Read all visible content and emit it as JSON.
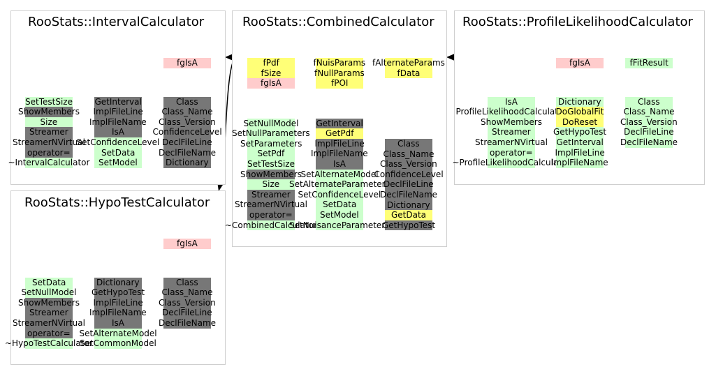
{
  "colors": {
    "green": "#ccffcc",
    "gray": "#777777",
    "yellow": "#ffff77",
    "pink": "#ffcccc",
    "box_border": "#cfcfcf",
    "arrow": "#000000"
  },
  "classes": [
    {
      "id": "interval",
      "title": "RooStats::IntervalCalculator",
      "columns": [
        {
          "id": "c1",
          "items": [
            {
              "t": "SetTestSize",
              "c": "green"
            },
            {
              "t": "ShowMembers",
              "c": "gray"
            },
            {
              "t": "Size",
              "c": "green"
            },
            {
              "t": "Streamer",
              "c": "gray"
            },
            {
              "t": "StreamerNVirtual",
              "c": "gray"
            },
            {
              "t": "operator=",
              "c": "gray"
            },
            {
              "t": "~IntervalCalculator",
              "c": "green"
            }
          ]
        },
        {
          "id": "c2",
          "items": [
            {
              "t": "GetInterval",
              "c": "gray"
            },
            {
              "t": "ImplFileLine",
              "c": "gray"
            },
            {
              "t": "ImplFileName",
              "c": "gray"
            },
            {
              "t": "IsA",
              "c": "gray"
            },
            {
              "t": "SetConfidenceLevel",
              "c": "green"
            },
            {
              "t": "SetData",
              "c": "green"
            },
            {
              "t": "SetModel",
              "c": "green"
            }
          ]
        },
        {
          "id": "c3",
          "items": [
            {
              "t": "Class",
              "c": "gray"
            },
            {
              "t": "Class_Name",
              "c": "gray"
            },
            {
              "t": "Class_Version",
              "c": "gray"
            },
            {
              "t": "ConfidenceLevel",
              "c": "gray"
            },
            {
              "t": "DeclFileLine",
              "c": "gray"
            },
            {
              "t": "DeclFileName",
              "c": "gray"
            },
            {
              "t": "Dictionary",
              "c": "gray"
            }
          ]
        },
        {
          "id": "d1",
          "items": [
            {
              "t": "fgIsA",
              "c": "pink"
            }
          ]
        }
      ]
    },
    {
      "id": "combined",
      "title": "RooStats::CombinedCalculator",
      "columns": [
        {
          "id": "d1",
          "items": [
            {
              "t": "fPdf",
              "c": "yellow"
            },
            {
              "t": "fSize",
              "c": "yellow"
            },
            {
              "t": "fgIsA",
              "c": "pink"
            }
          ]
        },
        {
          "id": "d2",
          "items": [
            {
              "t": "fNuisParams",
              "c": "yellow"
            },
            {
              "t": "fNullParams",
              "c": "yellow"
            },
            {
              "t": "fPOI",
              "c": "yellow"
            }
          ]
        },
        {
          "id": "d3",
          "items": [
            {
              "t": "fAlternateParams",
              "c": "yellow"
            },
            {
              "t": "fData",
              "c": "yellow"
            }
          ]
        },
        {
          "id": "c1",
          "items": [
            {
              "t": "SetNullModel",
              "c": "green"
            },
            {
              "t": "SetNullParameters",
              "c": "green"
            },
            {
              "t": "SetParameters",
              "c": "green"
            },
            {
              "t": "SetPdf",
              "c": "green"
            },
            {
              "t": "SetTestSize",
              "c": "green"
            },
            {
              "t": "ShowMembers",
              "c": "gray"
            },
            {
              "t": "Size",
              "c": "green"
            },
            {
              "t": "Streamer",
              "c": "gray"
            },
            {
              "t": "StreamerNVirtual",
              "c": "gray"
            },
            {
              "t": "operator=",
              "c": "gray"
            },
            {
              "t": "~CombinedCalculator",
              "c": "green"
            }
          ]
        },
        {
          "id": "c2",
          "items": [
            {
              "t": "GetInterval",
              "c": "gray"
            },
            {
              "t": "GetPdf",
              "c": "yellow"
            },
            {
              "t": "ImplFileLine",
              "c": "gray"
            },
            {
              "t": "ImplFileName",
              "c": "gray"
            },
            {
              "t": "IsA",
              "c": "gray"
            },
            {
              "t": "SetAlternateModel",
              "c": "green"
            },
            {
              "t": "SetAlternateParameters",
              "c": "green"
            },
            {
              "t": "SetConfidenceLevel",
              "c": "green"
            },
            {
              "t": "SetData",
              "c": "green"
            },
            {
              "t": "SetModel",
              "c": "green"
            },
            {
              "t": "SetNuisanceParameters",
              "c": "green"
            }
          ]
        },
        {
          "id": "c3",
          "items": [
            {
              "t": "Class",
              "c": "gray"
            },
            {
              "t": "Class_Name",
              "c": "gray"
            },
            {
              "t": "Class_Version",
              "c": "gray"
            },
            {
              "t": "ConfidenceLevel",
              "c": "gray"
            },
            {
              "t": "DeclFileLine",
              "c": "gray"
            },
            {
              "t": "DeclFileName",
              "c": "gray"
            },
            {
              "t": "Dictionary",
              "c": "gray"
            },
            {
              "t": "GetData",
              "c": "yellow"
            },
            {
              "t": "GetHypoTest",
              "c": "gray"
            }
          ]
        }
      ]
    },
    {
      "id": "profile",
      "title": "RooStats::ProfileLikelihoodCalculator",
      "columns": [
        {
          "id": "d1",
          "items": [
            {
              "t": "fgIsA",
              "c": "pink"
            }
          ]
        },
        {
          "id": "d2",
          "items": [
            {
              "t": "fFitResult",
              "c": "green"
            }
          ]
        },
        {
          "id": "c1",
          "items": [
            {
              "t": "IsA",
              "c": "green"
            },
            {
              "t": "ProfileLikelihoodCalculator",
              "c": "green"
            },
            {
              "t": "ShowMembers",
              "c": "green"
            },
            {
              "t": "Streamer",
              "c": "green"
            },
            {
              "t": "StreamerNVirtual",
              "c": "green"
            },
            {
              "t": "operator=",
              "c": "green"
            },
            {
              "t": "~ProfileLikelihoodCalculator",
              "c": "green"
            }
          ]
        },
        {
          "id": "c2",
          "items": [
            {
              "t": "Dictionary",
              "c": "green"
            },
            {
              "t": "DoGlobalFit",
              "c": "yellow"
            },
            {
              "t": "DoReset",
              "c": "yellow"
            },
            {
              "t": "GetHypoTest",
              "c": "green"
            },
            {
              "t": "GetInterval",
              "c": "green"
            },
            {
              "t": "ImplFileLine",
              "c": "green"
            },
            {
              "t": "ImplFileName",
              "c": "green"
            }
          ]
        },
        {
          "id": "c3",
          "items": [
            {
              "t": "Class",
              "c": "green"
            },
            {
              "t": "Class_Name",
              "c": "green"
            },
            {
              "t": "Class_Version",
              "c": "green"
            },
            {
              "t": "DeclFileLine",
              "c": "green"
            },
            {
              "t": "DeclFileName",
              "c": "green"
            }
          ]
        }
      ]
    },
    {
      "id": "hypotest",
      "title": "RooStats::HypoTestCalculator",
      "columns": [
        {
          "id": "c1",
          "items": [
            {
              "t": "SetData",
              "c": "green"
            },
            {
              "t": "SetNullModel",
              "c": "green"
            },
            {
              "t": "ShowMembers",
              "c": "gray"
            },
            {
              "t": "Streamer",
              "c": "gray"
            },
            {
              "t": "StreamerNVirtual",
              "c": "gray"
            },
            {
              "t": "operator=",
              "c": "gray"
            },
            {
              "t": "~HypoTestCalculator",
              "c": "green"
            }
          ]
        },
        {
          "id": "c2",
          "items": [
            {
              "t": "Dictionary",
              "c": "gray"
            },
            {
              "t": "GetHypoTest",
              "c": "gray"
            },
            {
              "t": "ImplFileLine",
              "c": "gray"
            },
            {
              "t": "ImplFileName",
              "c": "gray"
            },
            {
              "t": "IsA",
              "c": "gray"
            },
            {
              "t": "SetAlternateModel",
              "c": "green"
            },
            {
              "t": "SetCommonModel",
              "c": "green"
            }
          ]
        },
        {
          "id": "c3",
          "items": [
            {
              "t": "Class",
              "c": "gray"
            },
            {
              "t": "Class_Name",
              "c": "gray"
            },
            {
              "t": "Class_Version",
              "c": "gray"
            },
            {
              "t": "DeclFileLine",
              "c": "gray"
            },
            {
              "t": "DeclFileName",
              "c": "gray"
            }
          ]
        },
        {
          "id": "d1",
          "items": [
            {
              "t": "fgIsA",
              "c": "pink"
            }
          ]
        }
      ]
    }
  ]
}
